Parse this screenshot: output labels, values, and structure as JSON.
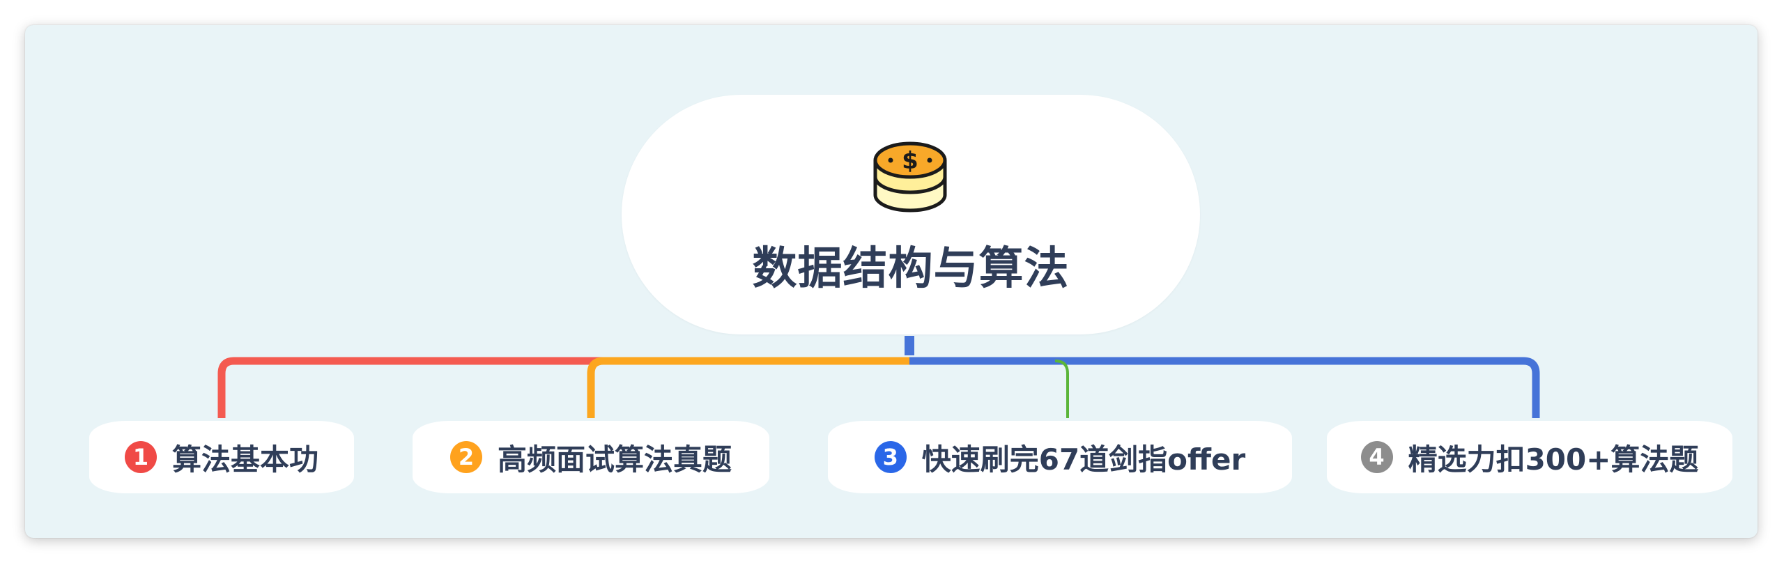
{
  "root": {
    "title": "数据结构与算法",
    "icon": "coin-stack-icon"
  },
  "branches": [
    {
      "number": "1",
      "label": "算法基本功",
      "color": "#f04a46"
    },
    {
      "number": "2",
      "label": "高频面试算法真题",
      "color": "#ffa21e"
    },
    {
      "number": "3",
      "label": "快速刷完67道剑指offer",
      "color": "#2a67e8"
    },
    {
      "number": "4",
      "label": "精选力扣300+算法题",
      "color": "#8d8d8d"
    }
  ],
  "connector_colors": [
    "#f45a50",
    "#fca61f",
    "#5bb53a",
    "#4673d8"
  ]
}
